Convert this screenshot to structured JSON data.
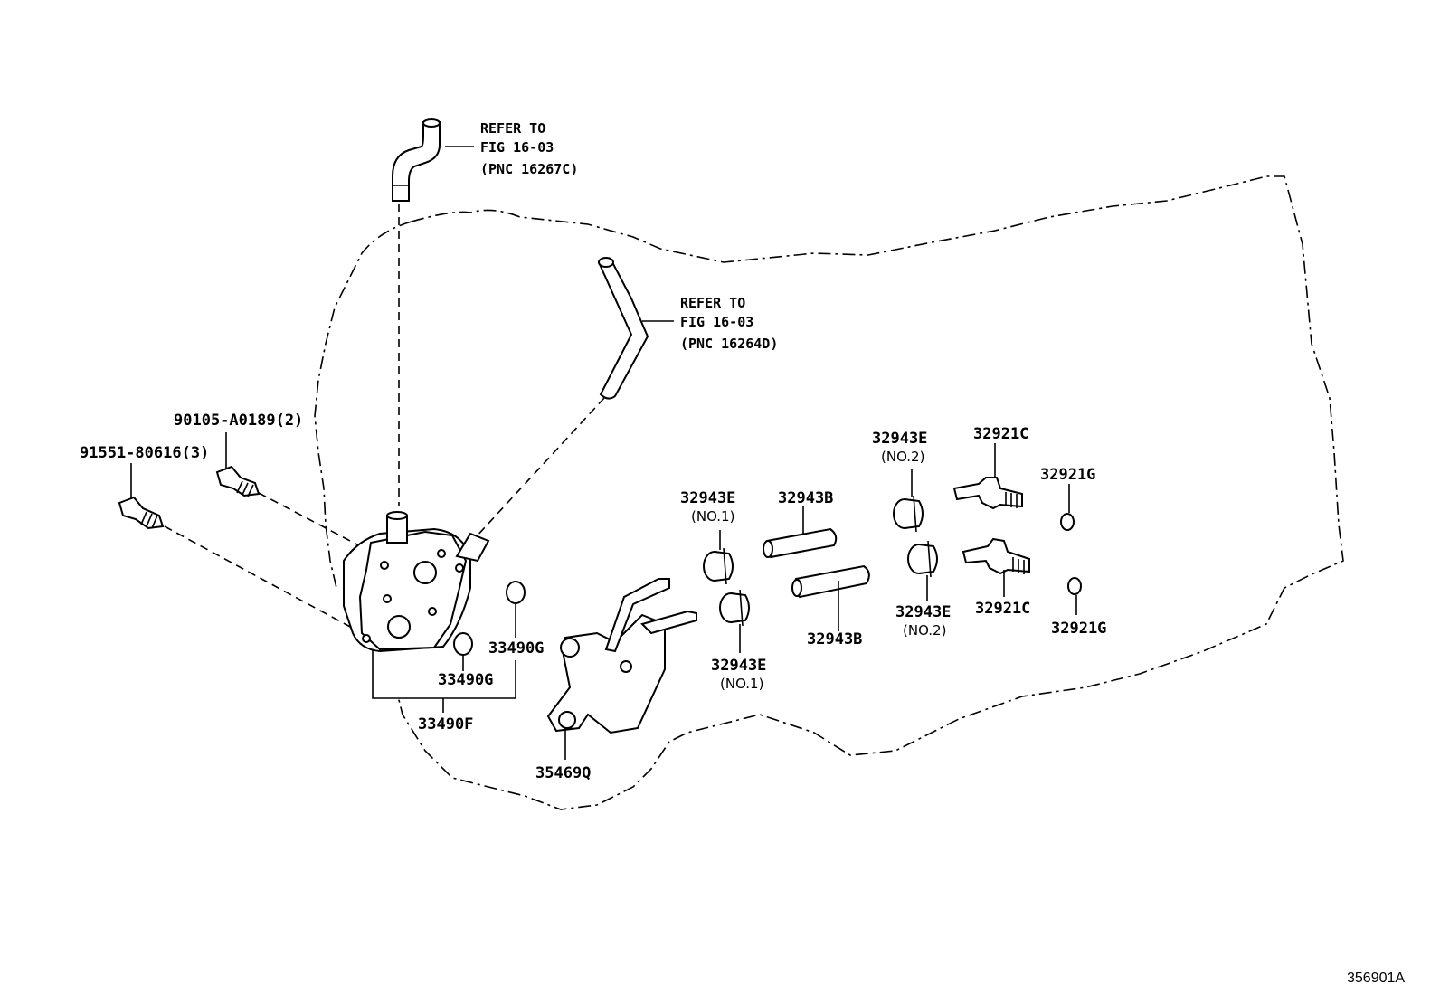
{
  "refs": {
    "top": {
      "line1": "REFER TO",
      "line2": "FIG 16-03",
      "line3": "(PNC 16267C)"
    },
    "mid": {
      "line1": "REFER TO",
      "line2": "FIG 16-03",
      "line3": "(PNC 16264D)"
    }
  },
  "labels": {
    "bolt_a": "90105-A0189(2)",
    "bolt_b": "91551-80616(3)",
    "pump": "33490F",
    "gasket_1": "33490G",
    "gasket_2": "33490G",
    "bracket": "35469Q",
    "clamp_no1_top": "32943E",
    "clamp_no1_top_sub": "(NO.1)",
    "clamp_no1_bottom": "32943E",
    "clamp_no1_bottom_sub": "(NO.1)",
    "hose_top": "32943B",
    "hose_bottom": "32943B",
    "clamp_no2_top": "32943E",
    "clamp_no2_top_sub": "(NO.2)",
    "clamp_no2_bottom": "32943E",
    "clamp_no2_bottom_sub": "(NO.2)",
    "union_top": "32921C",
    "union_bottom": "32921C",
    "oring_top": "32921G",
    "oring_bottom": "32921G"
  },
  "figure_code": "356901A"
}
